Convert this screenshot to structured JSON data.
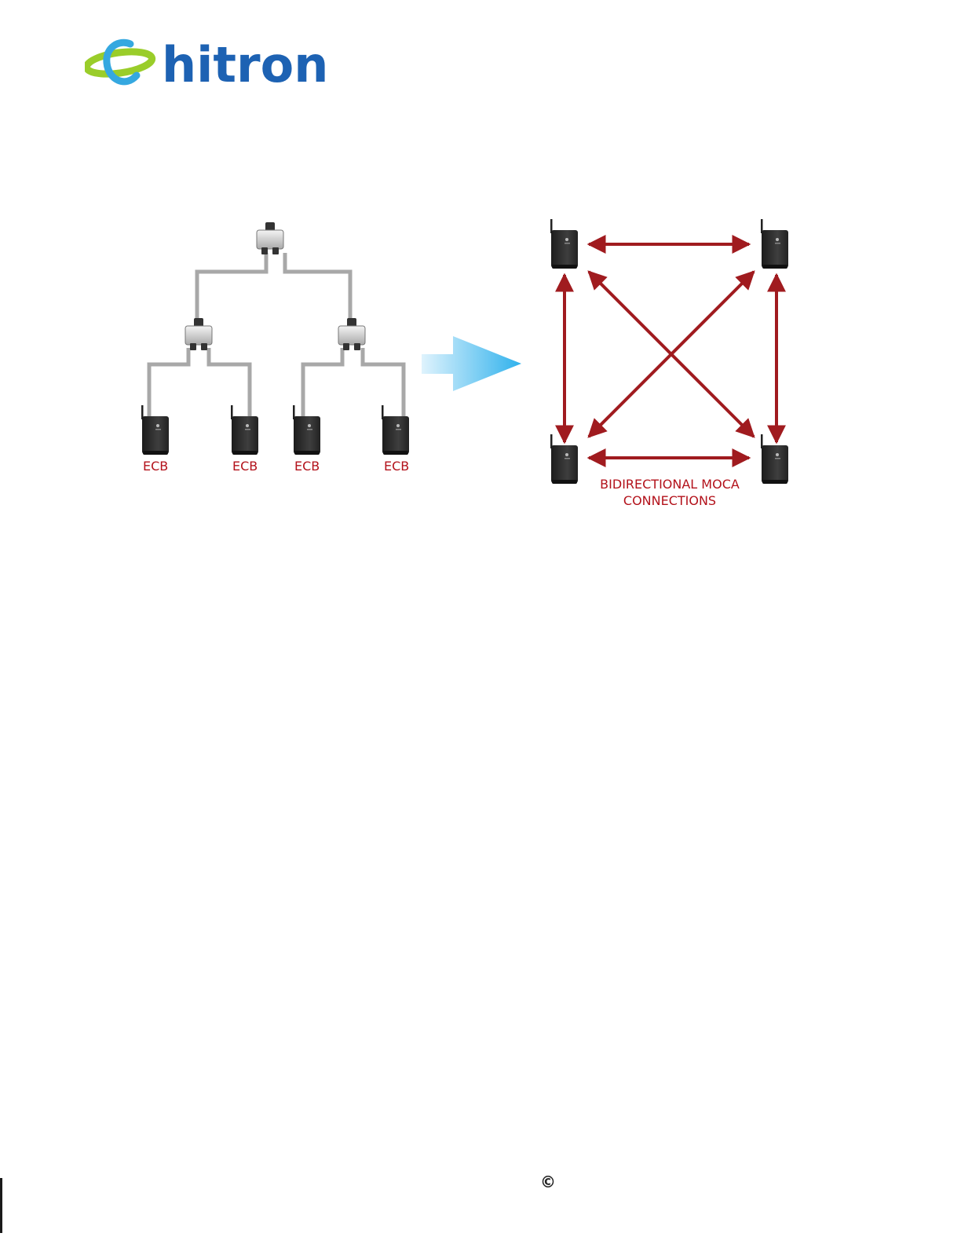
{
  "header": {
    "logo_text": "hitron",
    "brand_colors": {
      "blue": "#1d62b3",
      "green": "#9acd2a",
      "cyan": "#35a8e0"
    }
  },
  "tree": {
    "device_label": "ECB"
  },
  "mesh": {
    "caption_line1": "BIDIRECTIONAL MOCA",
    "caption_line2": "CONNECTIONS",
    "arrow_color": "#a01b1f"
  },
  "footer": {
    "copyright_symbol": "©"
  }
}
